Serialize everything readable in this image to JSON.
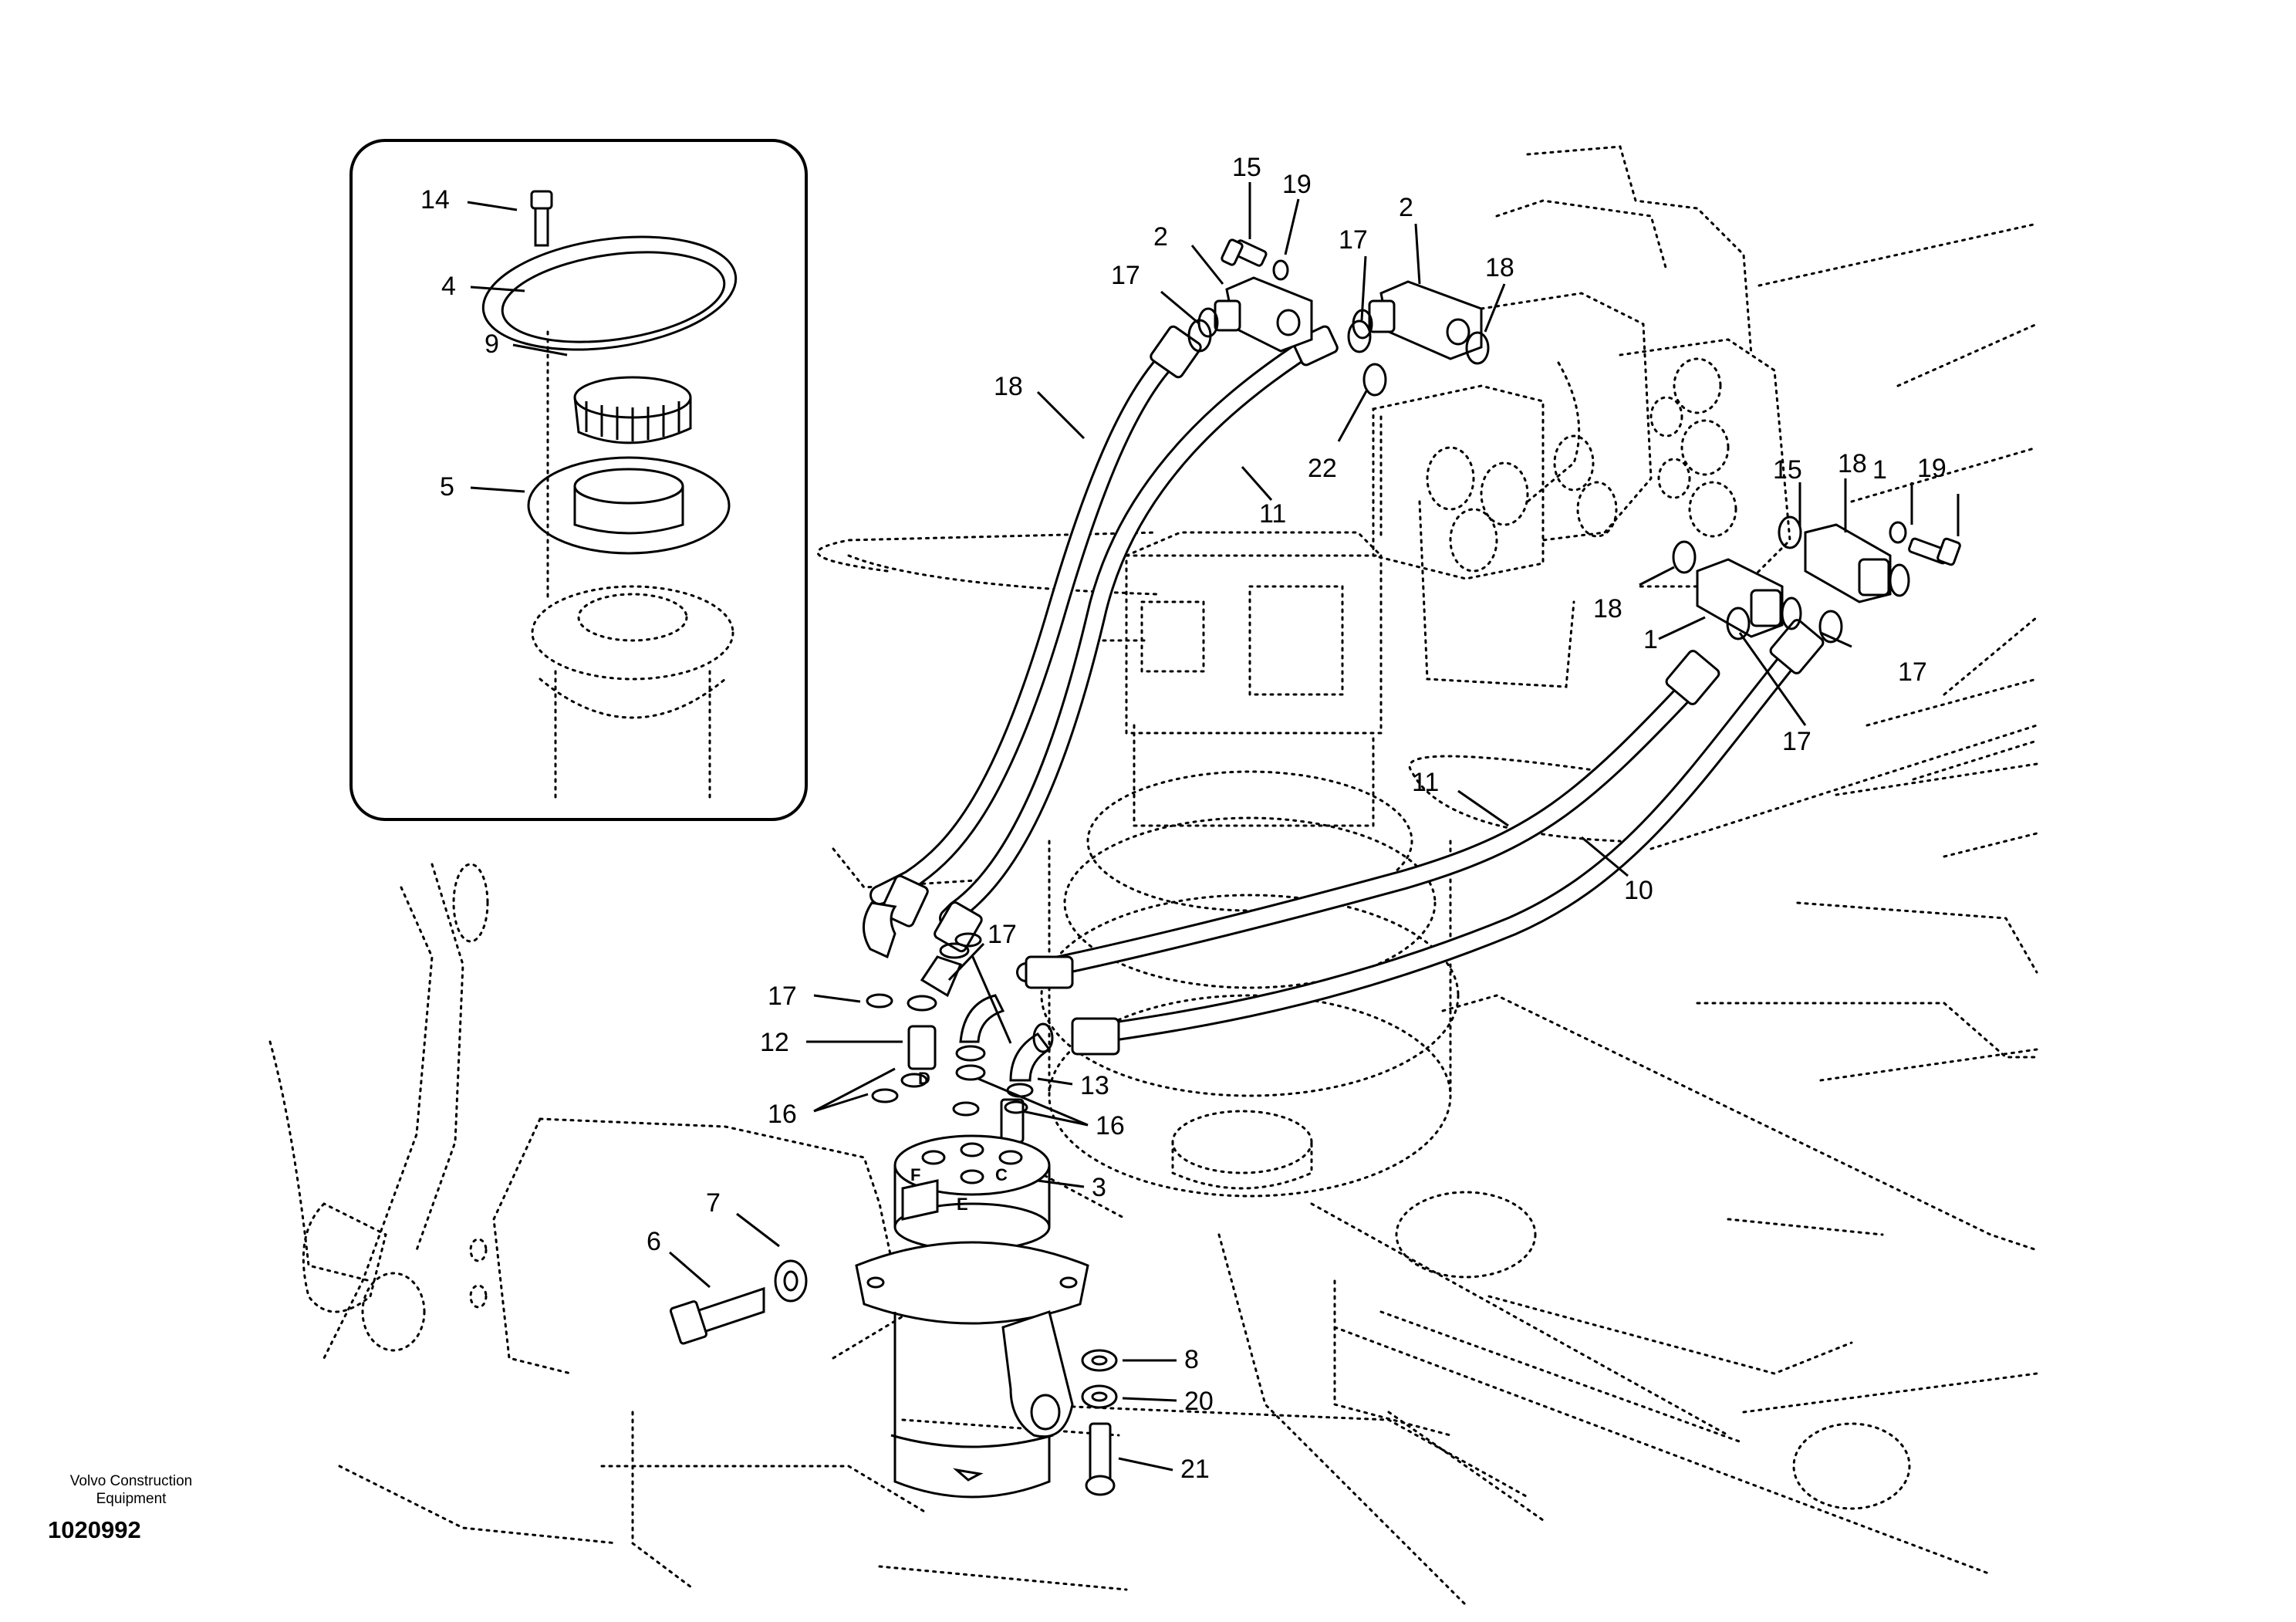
{
  "footer": {
    "company_line1": "Volvo Construction",
    "company_line2": "Equipment",
    "document_number": "1020992"
  },
  "callouts": [
    {
      "id": "c14",
      "text": "14"
    },
    {
      "id": "c4",
      "text": "4"
    },
    {
      "id": "c9",
      "text": "9"
    },
    {
      "id": "c5",
      "text": "5"
    },
    {
      "id": "c15a",
      "text": "15"
    },
    {
      "id": "c19a",
      "text": "19"
    },
    {
      "id": "c2a",
      "text": "2"
    },
    {
      "id": "c2b",
      "text": "2"
    },
    {
      "id": "c17a",
      "text": "17"
    },
    {
      "id": "c17b",
      "text": "17"
    },
    {
      "id": "c18a",
      "text": "18"
    },
    {
      "id": "c18b",
      "text": "18"
    },
    {
      "id": "c11a",
      "text": "11"
    },
    {
      "id": "c22",
      "text": "22"
    },
    {
      "id": "c18c",
      "text": "18"
    },
    {
      "id": "c1a",
      "text": "1"
    },
    {
      "id": "c19b",
      "text": "19"
    },
    {
      "id": "c15b",
      "text": "15"
    },
    {
      "id": "c18d",
      "text": "18"
    },
    {
      "id": "c1b",
      "text": "1"
    },
    {
      "id": "c17c",
      "text": "17"
    },
    {
      "id": "c17d",
      "text": "17"
    },
    {
      "id": "c11b",
      "text": "11"
    },
    {
      "id": "c10",
      "text": "10"
    },
    {
      "id": "c17e",
      "text": "17"
    },
    {
      "id": "c17f",
      "text": "17"
    },
    {
      "id": "c12",
      "text": "12"
    },
    {
      "id": "c13",
      "text": "13"
    },
    {
      "id": "c16a",
      "text": "16"
    },
    {
      "id": "c16b",
      "text": "16"
    },
    {
      "id": "c3",
      "text": "3"
    },
    {
      "id": "c7",
      "text": "7"
    },
    {
      "id": "c6",
      "text": "6"
    },
    {
      "id": "c8",
      "text": "8"
    },
    {
      "id": "c20",
      "text": "20"
    },
    {
      "id": "c21",
      "text": "21"
    }
  ],
  "port_labels": [
    {
      "id": "pD",
      "text": "D"
    },
    {
      "id": "pF",
      "text": "F"
    },
    {
      "id": "pC",
      "text": "C"
    },
    {
      "id": "pE",
      "text": "E"
    }
  ]
}
